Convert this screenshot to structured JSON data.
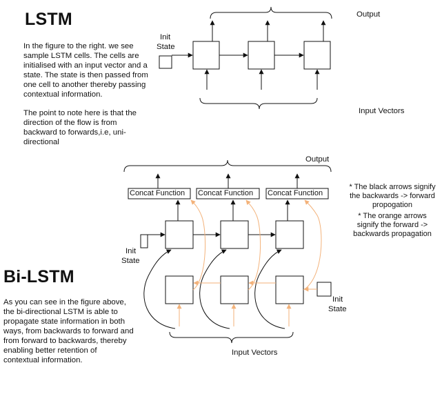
{
  "lstm": {
    "title": "LSTM",
    "description": "In the figure to the right. we see sample LSTM cells. The cells are initialised with an input vector and a state. The state is then passed from one cell to another thereby passing contextual information.",
    "note": "The point to note here is that the direction of the flow is from backward to forwards,i.e, uni-directional",
    "output_label": "Output",
    "input_label": "Input Vectors",
    "init_state_label_1": "Init",
    "init_state_label_2": "State"
  },
  "bilstm": {
    "title": "Bi-LSTM",
    "description": "As you can see in the figure above, the bi-directional LSTM is able to propagate state information in both ways, from backwards to forward and from forward to backwards, thereby enabling better retention of contextual information.",
    "output_label": "Output",
    "input_label": "Input Vectors",
    "concat_labels": [
      "Concat Function",
      "Concat Function",
      "Concat Function"
    ],
    "init_state_left_1": "Init",
    "init_state_left_2": "State",
    "init_state_right_1": "Init",
    "init_state_right_2": "State",
    "legend_black": "* The black arrows signify the backwards -> forward propogation",
    "legend_orange": "* The orange arrows signify the forward -> backwards propagation"
  },
  "colors": {
    "black_arrow": "#111111",
    "orange_arrow": "#f3b27a"
  }
}
